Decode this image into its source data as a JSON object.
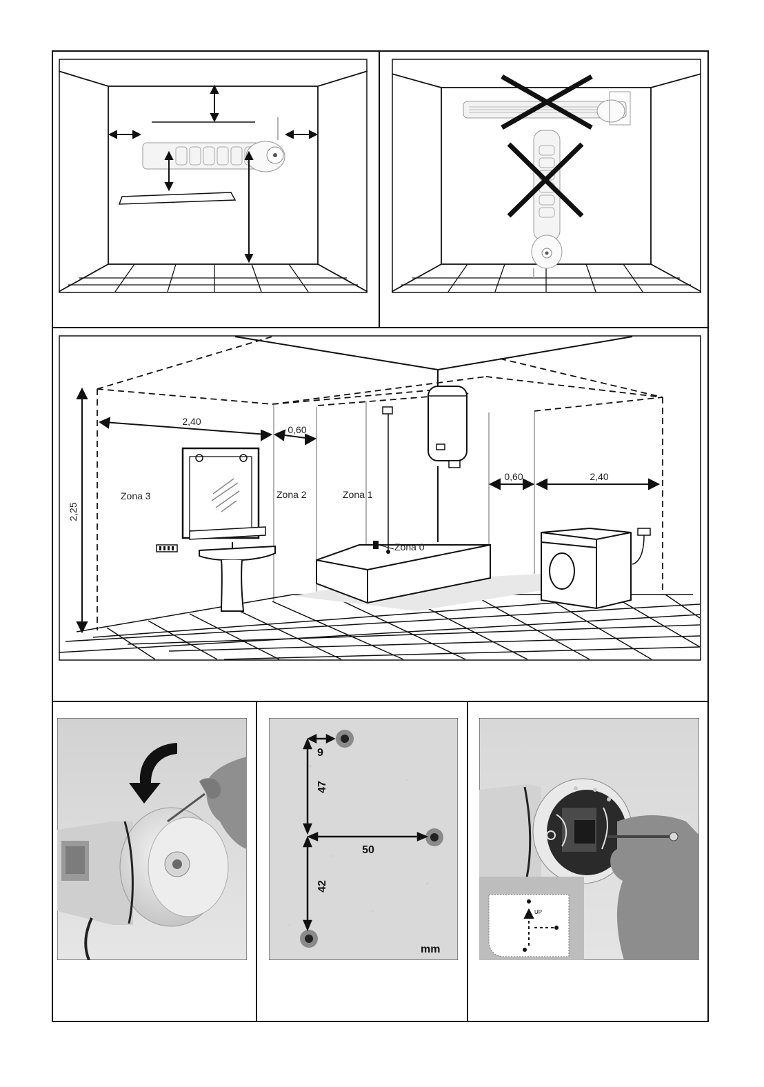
{
  "bathroom": {
    "height_label": "2,25",
    "left_width_label": "2,40",
    "left_gap_label": "0,60",
    "right_gap_label": "0,60",
    "right_width_label": "2,40",
    "zone3": "Zona 3",
    "zone2": "Zona 2",
    "zone1": "Zona 1",
    "zone0": "Zona 0"
  },
  "drilling": {
    "dim_top": "9",
    "dim_vertical_upper": "47",
    "dim_horizontal": "50",
    "dim_vertical_lower": "42",
    "unit": "mm"
  },
  "wiring": {
    "up_label": "UP"
  }
}
